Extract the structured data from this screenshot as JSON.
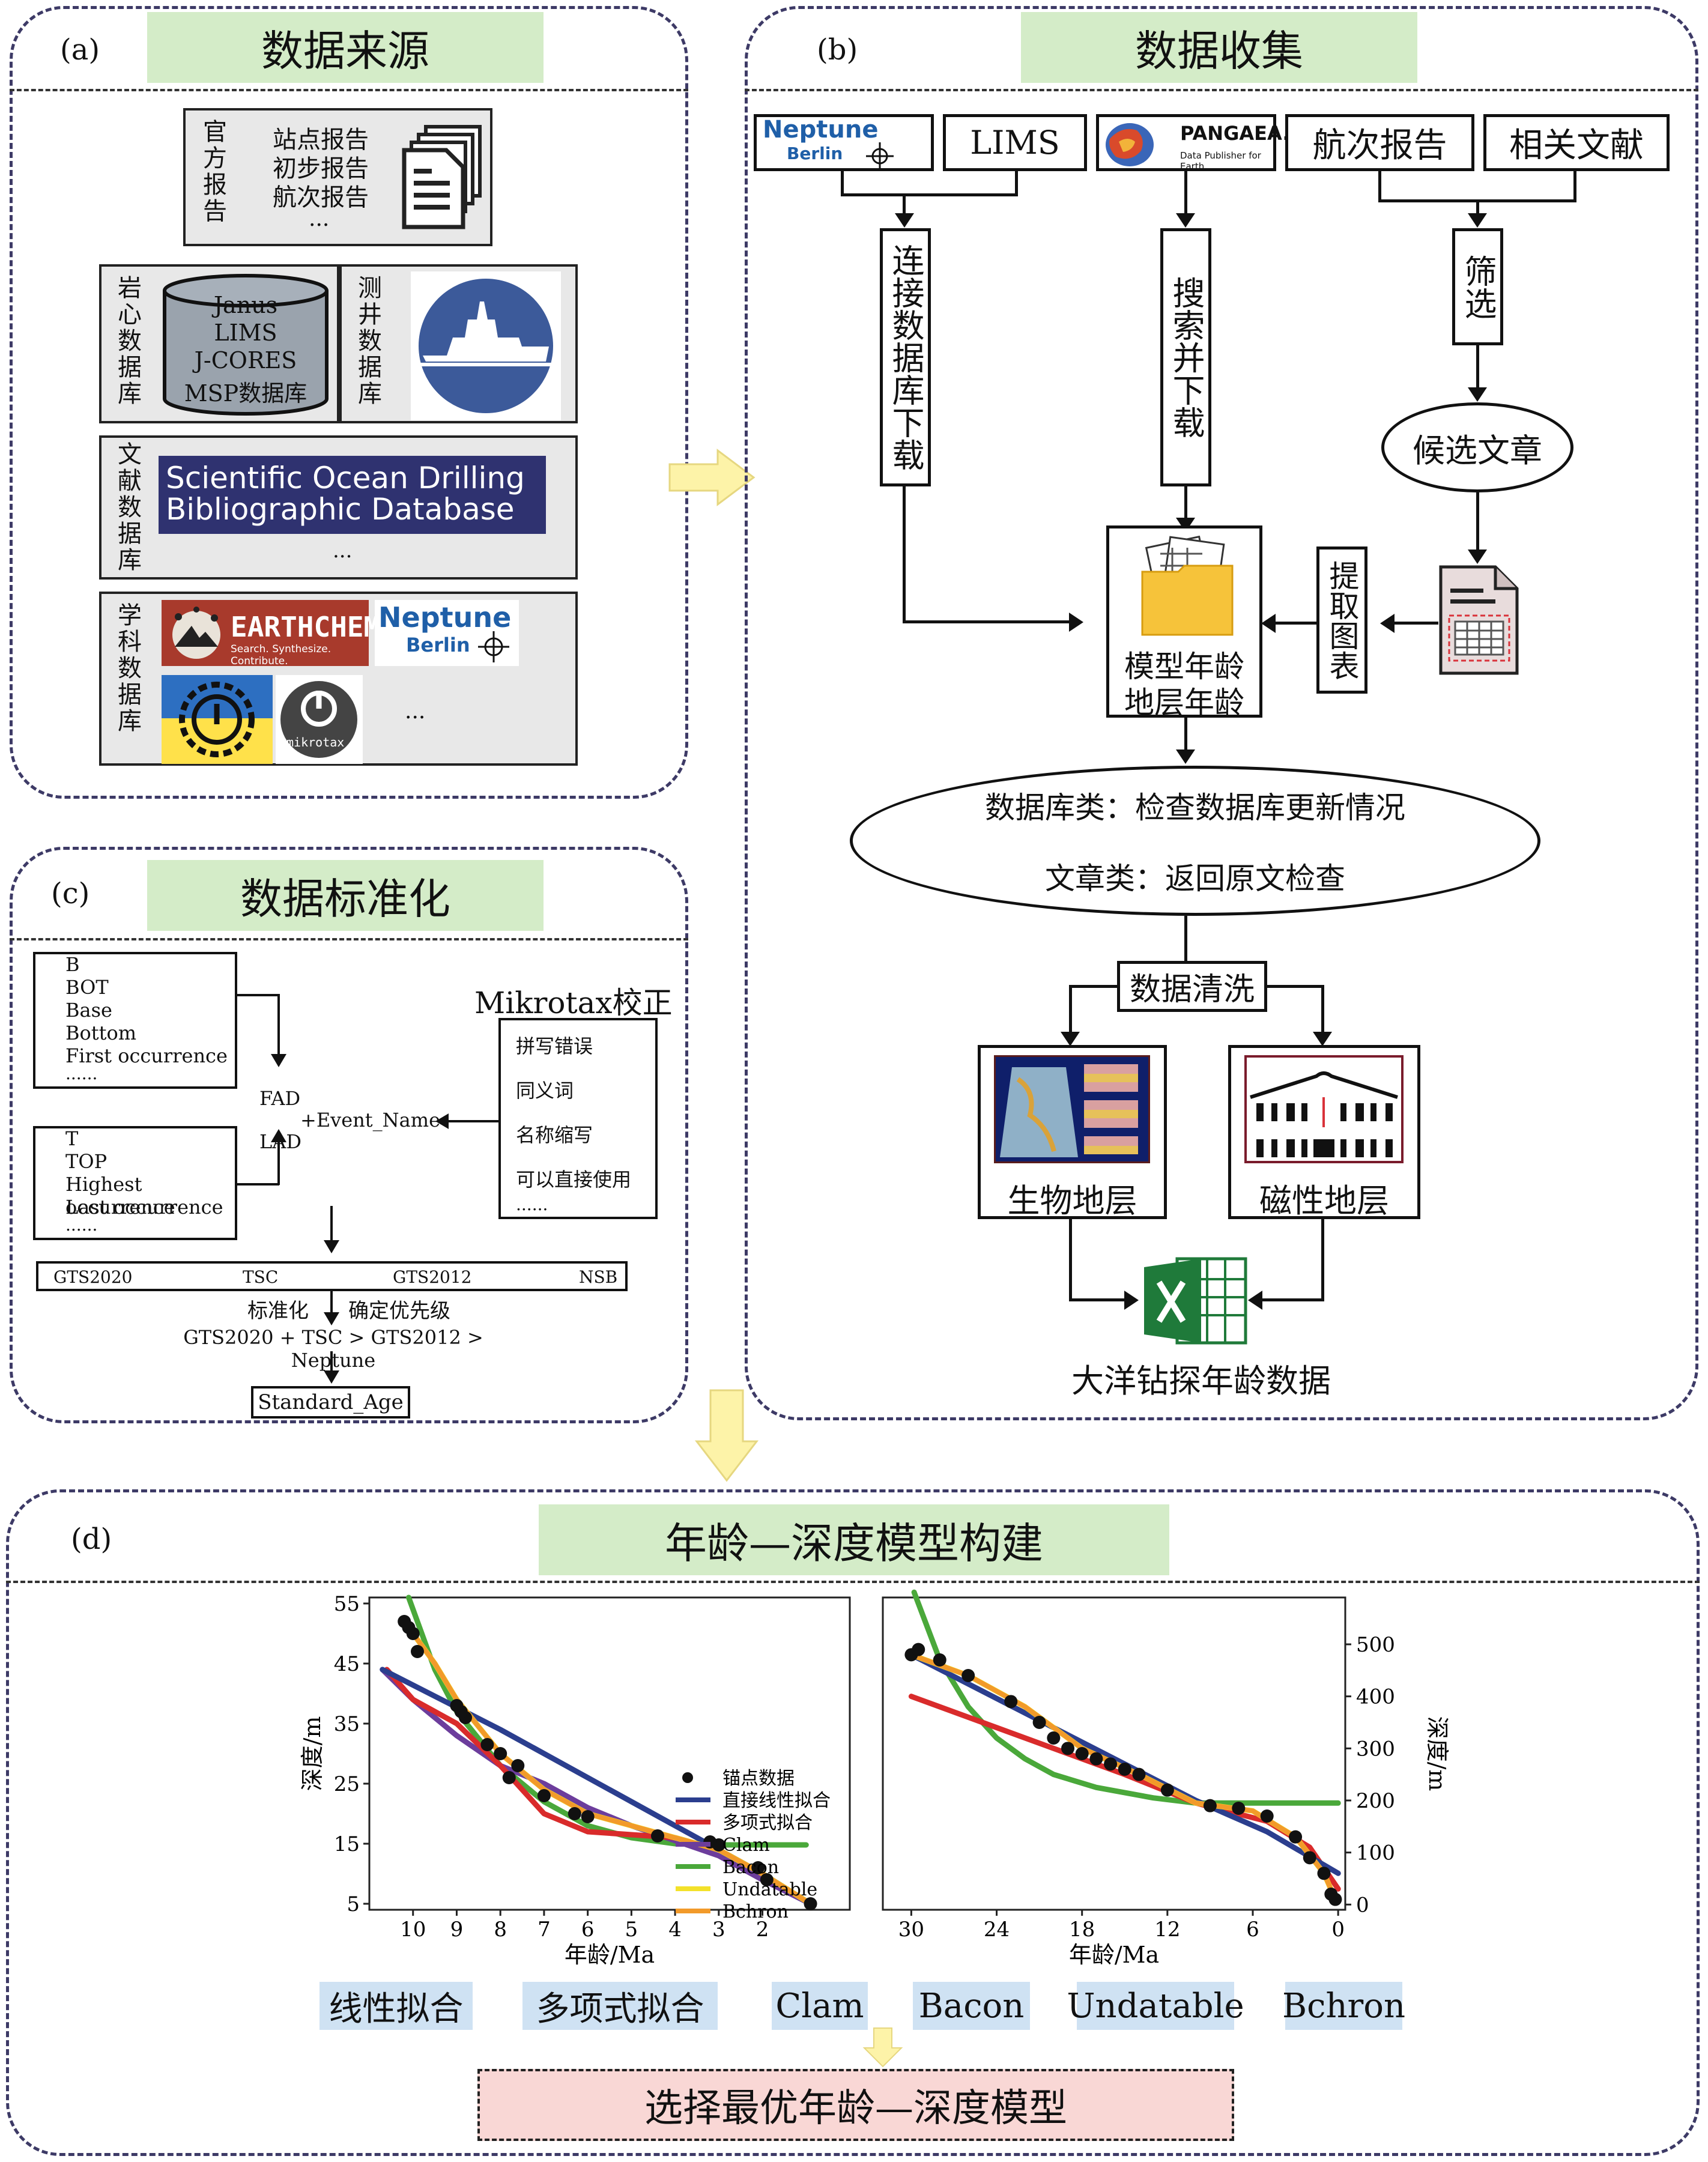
{
  "panel_a": {
    "label": "(a)",
    "title": "数据来源",
    "official": {
      "side": "官方报告",
      "items": [
        "站点报告",
        "初步报告",
        "航次报告",
        "..."
      ]
    },
    "core_db": {
      "side": "岩心数据库",
      "items": [
        "Janus",
        "LIMS",
        "J-CORES",
        "MSP数据库"
      ]
    },
    "logging_db": {
      "side": "测井数据库"
    },
    "lit_db": {
      "side": "文献数据库",
      "line1": "Scientific Ocean Drilling",
      "line2": "Bibliographic Database",
      "more": "..."
    },
    "subject_db": {
      "side": "学科数据库",
      "earthchem": "EARTHCHEM",
      "earthchem_sub": "Search. Synthesize. Contribute.",
      "mikrotax": "mikrotax",
      "more": "..."
    }
  },
  "panel_b": {
    "label": "(b)",
    "title": "数据收集",
    "src_neptune": "Neptune",
    "src_neptune2": "Berlin",
    "src_lims": "LIMS",
    "src_pangaea": "PANGAEA.",
    "src_pangaea_sub": "Data Publisher for Earth",
    "src_cruise": "航次报告",
    "src_lit": "相关文献",
    "step_connect": "连接数据库下载",
    "step_search": "搜索并下载",
    "step_filter": "筛选",
    "candidate": "候选文章",
    "extract": "提取图表",
    "model_age": "模型年龄",
    "strat_age": "地层年龄",
    "check1": "数据库类：检查数据库更新情况",
    "check2": "文章类：返回原文检查",
    "clean": "数据清洗",
    "bio": "生物地层",
    "mag": "磁性地层",
    "result": "大洋钻探年龄数据"
  },
  "panel_c": {
    "label": "(c)",
    "title": "数据标准化",
    "base_terms": [
      "B",
      "BOT",
      "Base",
      "Bottom",
      "First occurrence",
      "......"
    ],
    "top_terms": [
      "T",
      "TOP",
      "Highest occurrence",
      "Last occurrence",
      "......"
    ],
    "fad": "FAD",
    "lad": "LAD",
    "event": "+Event_Name",
    "mikrotax_title": "Mikrotax校正",
    "mikro_items": [
      "拼写错误",
      "同义词",
      "名称缩写",
      "可以直接使用",
      "......"
    ],
    "scales": [
      "GTS2020",
      "TSC",
      "GTS2012",
      "NSB"
    ],
    "std": "标准化",
    "priority": "确定优先级",
    "order": "GTS2020 + TSC > GTS2012 > Neptune",
    "final": "Standard_Age"
  },
  "panel_d": {
    "label": "(d)",
    "title": "年龄—深度模型构建",
    "tags": [
      "线性拟合",
      "多项式拟合",
      "Clam",
      "Bacon",
      "Undatable",
      "Bchron"
    ],
    "bottom": "选择最优年龄—深度模型"
  },
  "chart_data": [
    {
      "type": "scatter",
      "xlabel": "年龄/Ma",
      "ylabel": "深度/m",
      "xticks": [
        10,
        9,
        8,
        7,
        6,
        5,
        4,
        3,
        2
      ],
      "yticks": [
        5,
        15,
        25,
        35,
        45,
        55
      ],
      "xlim": [
        11,
        0
      ],
      "ylim": [
        56,
        4
      ],
      "legend": [
        "锚点数据",
        "直接线性拟合",
        "多项式拟合",
        "Clam",
        "Bacon",
        "Undatable",
        "Bchron"
      ],
      "anchors": [
        [
          0.9,
          5
        ],
        [
          1.9,
          9
        ],
        [
          2.1,
          11
        ],
        [
          3.0,
          14.8
        ],
        [
          3.2,
          15.3
        ],
        [
          4.4,
          16.3
        ],
        [
          6.0,
          19.5
        ],
        [
          6.3,
          20
        ],
        [
          7.0,
          23
        ],
        [
          7.8,
          26
        ],
        [
          8.0,
          30
        ],
        [
          8.3,
          31.5
        ],
        [
          8.8,
          36
        ],
        [
          8.9,
          37
        ],
        [
          9.9,
          47
        ],
        [
          10.0,
          50
        ],
        [
          10.1,
          51
        ],
        [
          10.2,
          52
        ],
        [
          9.0,
          38
        ],
        [
          7.6,
          28
        ]
      ],
      "series": [
        {
          "name": "直接线性拟合",
          "color": "#2b3e8e",
          "points": [
            [
              10.7,
              44
            ],
            [
              8,
              34
            ],
            [
              5,
              22
            ],
            [
              2,
              10
            ],
            [
              0.9,
              5
            ]
          ]
        },
        {
          "name": "多项式拟合",
          "color": "#d92b2b",
          "points": [
            [
              10.6,
              44
            ],
            [
              10,
              39
            ],
            [
              9,
              35
            ],
            [
              8,
              28
            ],
            [
              7,
              20
            ],
            [
              6,
              17
            ],
            [
              5,
              16.5
            ],
            [
              4,
              16
            ],
            [
              3,
              14
            ],
            [
              2,
              10
            ],
            [
              0.9,
              5
            ]
          ]
        },
        {
          "name": "Clam",
          "color": "#6c3d9c",
          "points": [
            [
              10.7,
              44
            ],
            [
              10,
              39
            ],
            [
              9,
              33
            ],
            [
              8,
              28
            ],
            [
              7,
              25
            ],
            [
              6,
              21
            ],
            [
              5,
              18
            ],
            [
              4,
              15.5
            ],
            [
              3,
              13
            ],
            [
              2,
              9
            ],
            [
              0.9,
              5
            ]
          ]
        },
        {
          "name": "Bacon",
          "color": "#4aa83a",
          "points": [
            [
              10.1,
              56
            ],
            [
              9.5,
              44
            ],
            [
              9,
              37
            ],
            [
              8,
              28
            ],
            [
              7,
              22
            ],
            [
              6,
              18
            ],
            [
              5,
              16
            ],
            [
              4,
              15
            ],
            [
              3,
              14.8
            ],
            [
              1,
              14.8
            ]
          ]
        },
        {
          "name": "Undatable",
          "color": "#f3e12a",
          "points": [
            [
              10.2,
              52
            ],
            [
              9.5,
              45
            ],
            [
              9,
              39
            ],
            [
              8,
              30
            ],
            [
              7,
              24
            ],
            [
              6,
              20
            ],
            [
              5,
              18
            ],
            [
              4,
              16
            ],
            [
              3,
              14
            ],
            [
              2,
              10
            ],
            [
              0.9,
              5
            ]
          ]
        },
        {
          "name": "Bchron",
          "color": "#f29a2a",
          "points": [
            [
              10.2,
              52
            ],
            [
              9.5,
              45
            ],
            [
              9,
              39
            ],
            [
              8,
              30
            ],
            [
              7,
              24
            ],
            [
              6,
              20
            ],
            [
              5,
              18
            ],
            [
              4,
              16
            ],
            [
              3,
              14
            ],
            [
              2,
              10
            ],
            [
              0.9,
              5
            ]
          ]
        }
      ]
    },
    {
      "type": "scatter",
      "xlabel": "年龄/Ma",
      "ylabel": "深度/m",
      "xticks": [
        30,
        24,
        18,
        12,
        6,
        0
      ],
      "yticks": [
        0,
        100,
        200,
        300,
        400,
        500
      ],
      "xlim": [
        32,
        -0.5
      ],
      "ylim": [
        590,
        -10
      ],
      "anchors": [
        [
          30,
          480
        ],
        [
          29.5,
          490
        ],
        [
          28,
          470
        ],
        [
          26,
          440
        ],
        [
          23,
          390
        ],
        [
          21,
          350
        ],
        [
          20,
          320
        ],
        [
          18,
          290
        ],
        [
          16,
          270
        ],
        [
          14,
          250
        ],
        [
          12,
          220
        ],
        [
          9,
          190
        ],
        [
          7,
          185
        ],
        [
          5,
          170
        ],
        [
          3,
          130
        ],
        [
          2,
          90
        ],
        [
          1,
          60
        ],
        [
          0.5,
          20
        ],
        [
          0.2,
          10
        ],
        [
          19,
          300
        ],
        [
          17,
          280
        ],
        [
          15,
          260
        ]
      ],
      "series": [
        {
          "name": "直接线性拟合",
          "color": "#2b3e8e",
          "points": [
            [
              30,
              480
            ],
            [
              20,
              340
            ],
            [
              10,
              200
            ],
            [
              5,
              140
            ],
            [
              0,
              60
            ]
          ]
        },
        {
          "name": "多项式拟合",
          "color": "#d92b2b",
          "points": [
            [
              30,
              400
            ],
            [
              25,
              350
            ],
            [
              20,
              300
            ],
            [
              15,
              250
            ],
            [
              10,
              195
            ],
            [
              5,
              160
            ],
            [
              2,
              110
            ],
            [
              0,
              30
            ]
          ]
        },
        {
          "name": "Bacon",
          "color": "#4aa83a",
          "points": [
            [
              29.8,
              600
            ],
            [
              28,
              470
            ],
            [
              26,
              380
            ],
            [
              24,
              320
            ],
            [
              22,
              280
            ],
            [
              20,
              250
            ],
            [
              17,
              225
            ],
            [
              13,
              205
            ],
            [
              10,
              195
            ],
            [
              0,
              195
            ]
          ]
        },
        {
          "name": "Undatable",
          "color": "#f3e12a",
          "points": [
            [
              30,
              480
            ],
            [
              26,
              440
            ],
            [
              22,
              380
            ],
            [
              18,
              300
            ],
            [
              14,
              250
            ],
            [
              10,
              195
            ],
            [
              6,
              180
            ],
            [
              3,
              130
            ],
            [
              1,
              60
            ],
            [
              0.2,
              10
            ]
          ]
        },
        {
          "name": "Bchron",
          "color": "#f29a2a",
          "points": [
            [
              30,
              480
            ],
            [
              26,
              440
            ],
            [
              22,
              380
            ],
            [
              18,
              300
            ],
            [
              14,
              250
            ],
            [
              10,
              195
            ],
            [
              6,
              180
            ],
            [
              3,
              130
            ],
            [
              1,
              60
            ],
            [
              0.2,
              10
            ]
          ]
        }
      ]
    }
  ]
}
